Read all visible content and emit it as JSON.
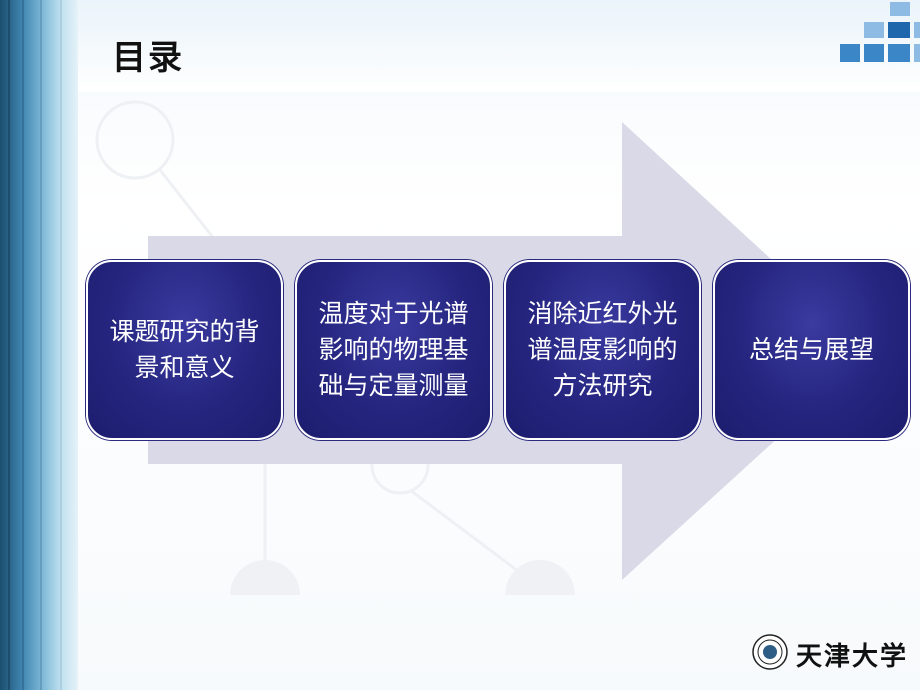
{
  "slide": {
    "title": "目录",
    "steps": [
      {
        "label": "课题研究的背景和意义"
      },
      {
        "label": "温度对于光谱影响的物理基础与定量测量"
      },
      {
        "label": "消除近红外光谱温度影响的方法研究"
      },
      {
        "label": "总结与展望"
      }
    ],
    "logo_text": "天津大学"
  },
  "colors": {
    "card_fill": "#25257f",
    "arrow_fill": "#d8d8e6",
    "accent_blue": "#3b86c7"
  }
}
